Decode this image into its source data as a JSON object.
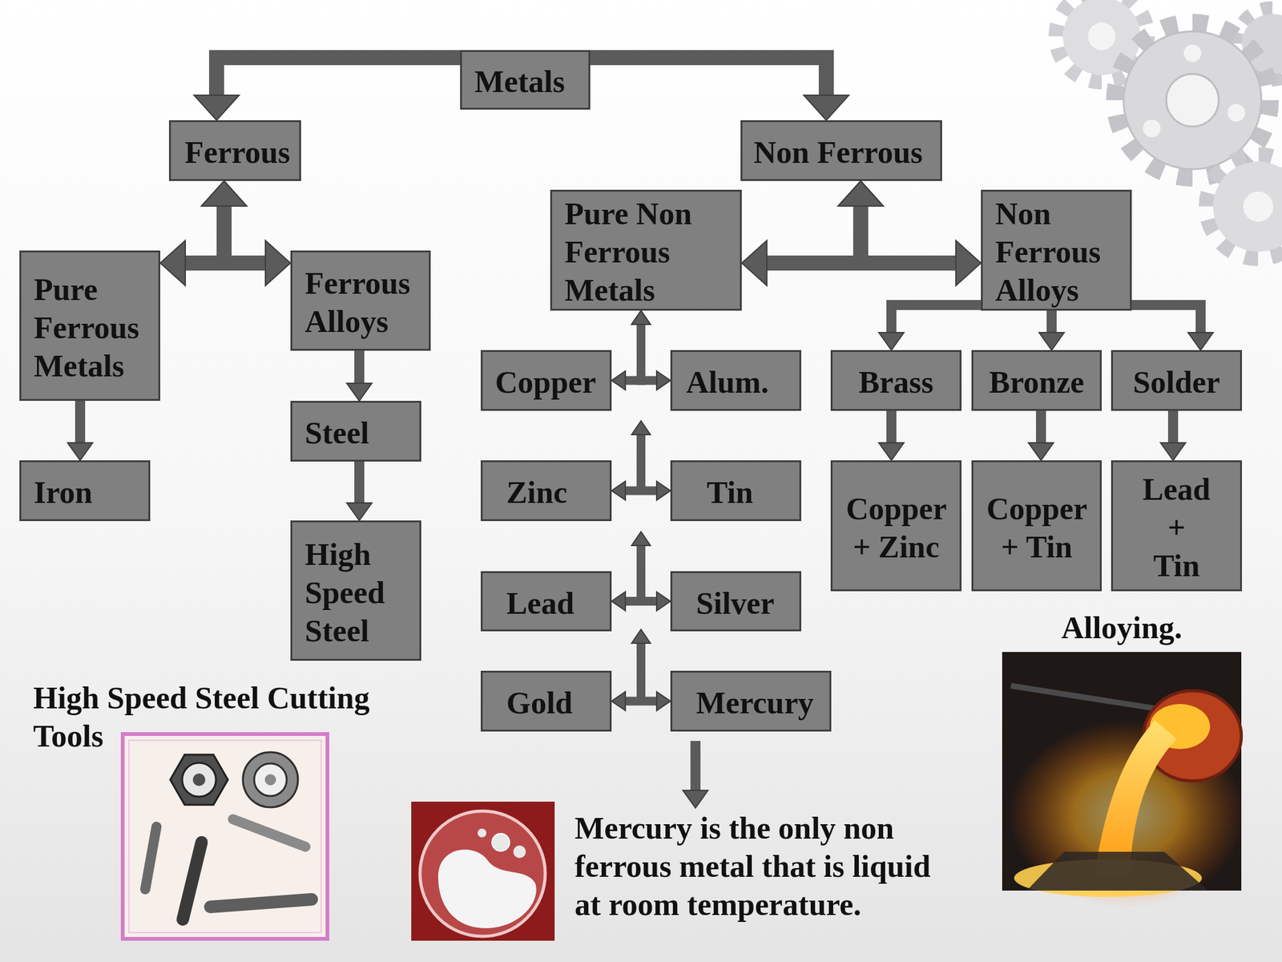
{
  "diagram": {
    "nodes": [
      {
        "text": [
          "Metals"
        ]
      },
      {
        "text": [
          "Ferrous"
        ]
      },
      {
        "text": [
          "Non Ferrous"
        ]
      },
      {
        "text": [
          "Pure Ferrous Metals"
        ]
      },
      {
        "text": [
          "Ferrous Alloys"
        ]
      },
      {
        "text": [
          "Pure Non Ferrous Metals"
        ]
      },
      {
        "text": [
          "Non Ferrous Alloys"
        ]
      },
      {
        "text": [
          "Copper"
        ]
      },
      {
        "text": [
          "Alum."
        ]
      },
      {
        "text": [
          "Brass"
        ]
      },
      {
        "text": [
          "Bronze"
        ]
      },
      {
        "text": [
          "Solder"
        ]
      },
      {
        "text": [
          "Iron"
        ]
      },
      {
        "text": [
          "Steel"
        ]
      },
      {
        "text": [
          "Zinc"
        ]
      },
      {
        "text": [
          "Tin"
        ]
      },
      {
        "text": [
          "Copper + Zinc"
        ]
      },
      {
        "text": [
          "Copper + Tin"
        ]
      },
      {
        "text": [
          "Lead + Tin"
        ]
      },
      {
        "text": [
          "High Speed Steel"
        ]
      },
      {
        "text": [
          "Lead"
        ]
      },
      {
        "text": [
          "Silver"
        ]
      },
      {
        "text": [
          "Gold"
        ]
      },
      {
        "text": [
          "Mercury"
        ]
      }
    ],
    "edges": [
      {
        "from": 0,
        "to": 1,
        "arrow": "to"
      },
      {
        "from": 0,
        "to": 2,
        "arrow": "to"
      },
      {
        "from": 1,
        "to": 3,
        "arrow": "both"
      },
      {
        "from": 1,
        "to": 4,
        "arrow": "both"
      },
      {
        "from": 2,
        "to": 5,
        "arrow": "both"
      },
      {
        "from": 2,
        "to": 6,
        "arrow": "both"
      },
      {
        "from": 3,
        "to": 12,
        "arrow": "to"
      },
      {
        "from": 4,
        "to": 13,
        "arrow": "to"
      },
      {
        "from": 13,
        "to": 19,
        "arrow": "to"
      },
      {
        "from": 6,
        "to": 9,
        "arrow": "to"
      },
      {
        "from": 6,
        "to": 10,
        "arrow": "to"
      },
      {
        "from": 6,
        "to": 11,
        "arrow": "to"
      },
      {
        "from": 9,
        "to": 16,
        "arrow": "to"
      },
      {
        "from": 10,
        "to": 17,
        "arrow": "to"
      },
      {
        "from": 11,
        "to": 18,
        "arrow": "to"
      },
      {
        "from": 5,
        "to": 7,
        "arrow": "both"
      },
      {
        "from": 5,
        "to": 8,
        "arrow": "both"
      },
      {
        "from": 14,
        "to": 15,
        "arrow": "both"
      },
      {
        "from": 20,
        "to": 21,
        "arrow": "both"
      },
      {
        "from": 22,
        "to": 23,
        "arrow": "both"
      }
    ],
    "labels": [
      "High Speed Steel Cutting Tools",
      "Mercury is the only non ferrous metal that is liquid at room temperature.",
      "Alloying."
    ]
  }
}
